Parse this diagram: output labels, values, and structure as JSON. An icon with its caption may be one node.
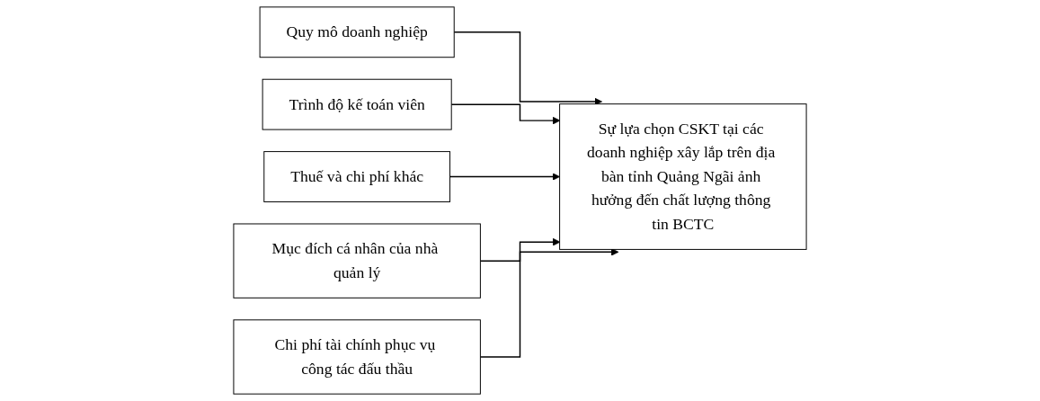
{
  "diagram": {
    "nodes": [
      {
        "text": [
          "Quy mô doanh nghiệp"
        ]
      },
      {
        "text": [
          "Trình độ kế toán viên"
        ]
      },
      {
        "text": [
          "Thuế và chi phí khác"
        ]
      },
      {
        "text": [
          "Mục đích cá nhân của nhà quản lý"
        ]
      },
      {
        "text": [
          "Chi phí tài chính phục vụ công tác đấu thầu"
        ]
      },
      {
        "text": [
          "Sự lựa chọn CSKT tại các doanh nghiệp xây lắp trên địa bàn tỉnh Quảng Ngãi ảnh hưởng đến chất lượng thông tin BCTC"
        ]
      }
    ],
    "edges": [
      {
        "from": 0,
        "to": 5,
        "arrow": "to"
      },
      {
        "from": 1,
        "to": 5,
        "arrow": "to"
      },
      {
        "from": 2,
        "to": 5,
        "arrow": "to"
      },
      {
        "from": 3,
        "to": 5,
        "arrow": "to"
      },
      {
        "from": 4,
        "to": 5,
        "arrow": "to"
      }
    ]
  }
}
